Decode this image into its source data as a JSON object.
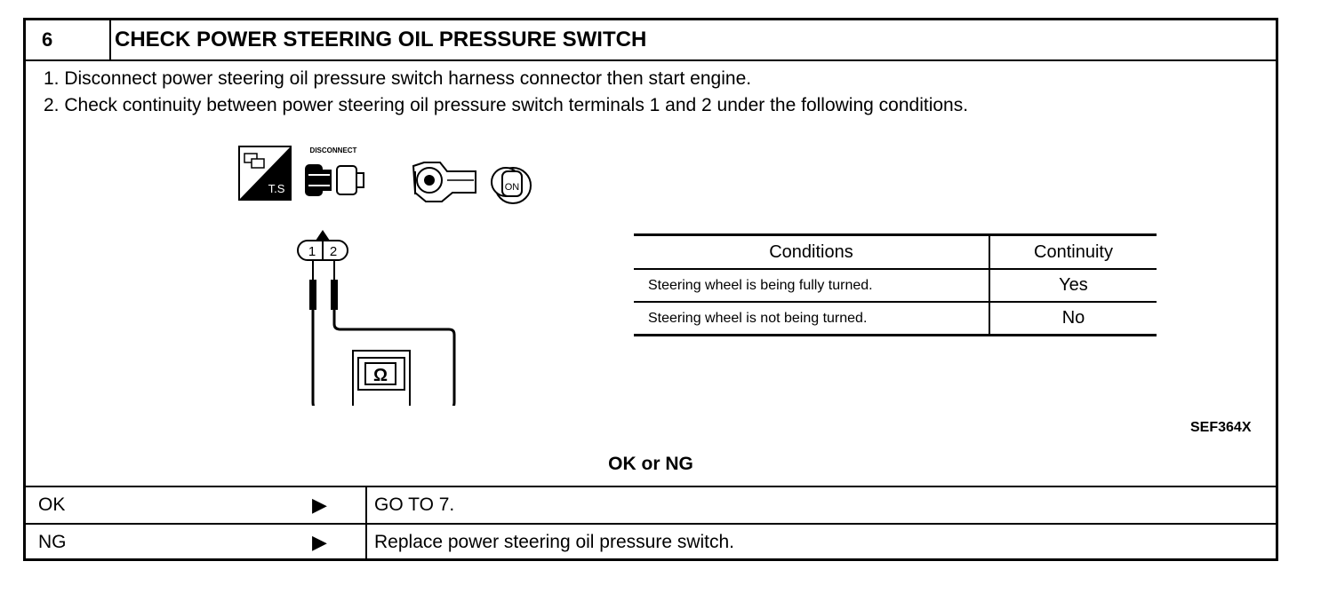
{
  "header": {
    "step": "6",
    "title": "CHECK POWER STEERING OIL PRESSURE SWITCH"
  },
  "instructions": [
    "1.  Disconnect power steering oil pressure switch harness connector then start engine.",
    "2.  Check continuity between power steering oil pressure switch terminals 1 and 2 under the following conditions."
  ],
  "icons": {
    "ts_label": "T.S",
    "disconnect_label": "DISCONNECT",
    "ignition_label": "ON",
    "ohm_symbol": "Ω"
  },
  "terminals": [
    "1",
    "2"
  ],
  "table": {
    "headers": [
      "Conditions",
      "Continuity"
    ],
    "rows": [
      {
        "condition": "Steering wheel is being fully turned.",
        "continuity": "Yes"
      },
      {
        "condition": "Steering wheel is not being turned.",
        "continuity": "No"
      }
    ]
  },
  "figure_ref": "SEF364X",
  "result_heading": "OK or NG",
  "outcomes": [
    {
      "label": "OK",
      "arrow": "▶",
      "action": "GO TO 7."
    },
    {
      "label": "NG",
      "arrow": "▶",
      "action": "Replace power steering oil pressure switch."
    }
  ]
}
